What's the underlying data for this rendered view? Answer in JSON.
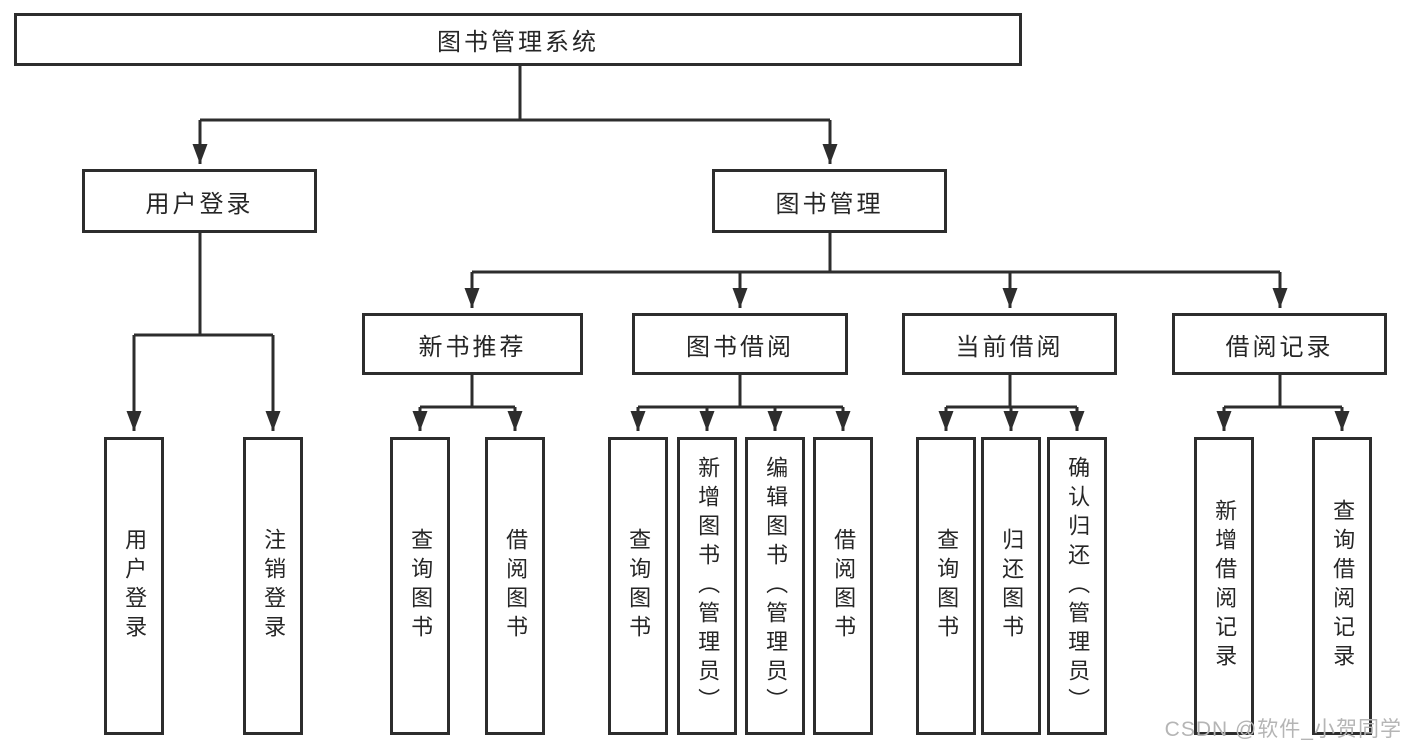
{
  "diagram": {
    "type": "hierarchy-tree",
    "root": {
      "label": "图书管理系统"
    },
    "level2": [
      {
        "id": "user-login",
        "label": "用户登录"
      },
      {
        "id": "book-management",
        "label": "图书管理"
      }
    ],
    "level3": [
      {
        "id": "new-book-recommend",
        "label": "新书推荐",
        "parent": "图书管理"
      },
      {
        "id": "book-borrow",
        "label": "图书借阅",
        "parent": "图书管理"
      },
      {
        "id": "current-borrow",
        "label": "当前借阅",
        "parent": "图书管理"
      },
      {
        "id": "borrow-record",
        "label": "借阅记录",
        "parent": "图书管理"
      }
    ],
    "leaves": [
      {
        "label": "用户登录",
        "parent": "用户登录"
      },
      {
        "label": "注销登录",
        "parent": "用户登录"
      },
      {
        "label": "查询图书",
        "parent": "新书推荐"
      },
      {
        "label": "借阅图书",
        "parent": "新书推荐"
      },
      {
        "label": "查询图书",
        "parent": "图书借阅"
      },
      {
        "label": "新增图书（管理员）",
        "parent": "图书借阅"
      },
      {
        "label": "编辑图书（管理员）",
        "parent": "图书借阅"
      },
      {
        "label": "借阅图书",
        "parent": "图书借阅"
      },
      {
        "label": "查询图书",
        "parent": "当前借阅"
      },
      {
        "label": "归还图书",
        "parent": "当前借阅"
      },
      {
        "label": "确认归还（管理员）",
        "parent": "当前借阅"
      },
      {
        "label": "新增借阅记录",
        "parent": "借阅记录"
      },
      {
        "label": "查询借阅记录",
        "parent": "借阅记录"
      }
    ],
    "watermark": "CSDN @软件_小贺同学",
    "colors": {
      "line": "#2d2d2d",
      "box_border": "#2d2d2d",
      "box_fill": "#ffffff",
      "text": "#262626",
      "watermark": "#b5b5b5",
      "background": "#ffffff"
    }
  }
}
